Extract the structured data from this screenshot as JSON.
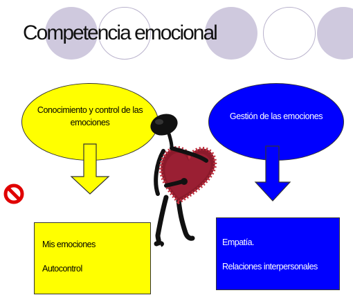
{
  "slide": {
    "title": "Competencia emocional",
    "left_ellipse_text": "Conocimiento y control de las emociones",
    "right_ellipse_text": "Gestión de las emociones",
    "left_box": {
      "lines": [
        "Mis emociones",
        "Autocontrol"
      ]
    },
    "right_box": {
      "lines": [
        "Empatía.",
        "Relaciones interpersonales"
      ]
    }
  },
  "colors": {
    "yellow": "#ffff00",
    "blue": "#0000ff",
    "decor_circle": "#cfc9de",
    "heart": "#8b1a2b",
    "prohibited_red": "#e00000"
  },
  "icons": [
    "prohibited-icon",
    "figure-holding-heart-illustration"
  ]
}
